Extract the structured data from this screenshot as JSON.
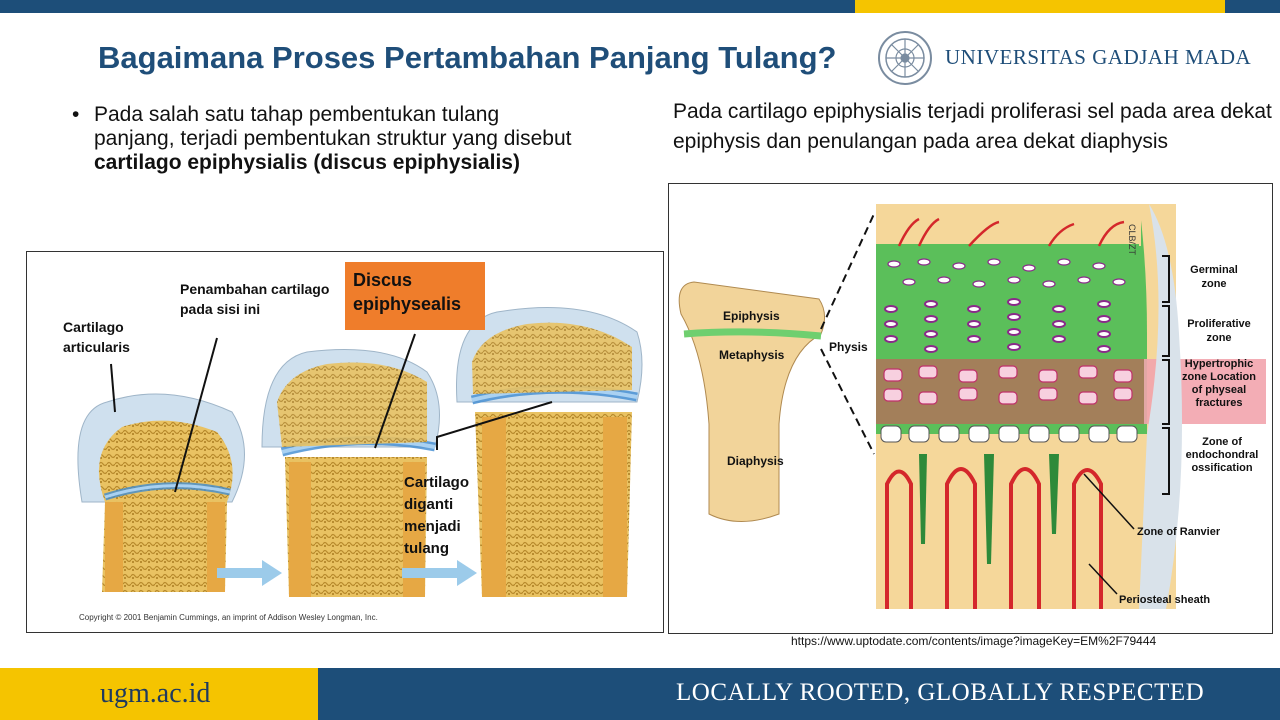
{
  "header": {
    "title": "Bagaimana Proses Pertambahan Panjang Tulang?",
    "university": "UNIVERSITAS GADJAH MADA",
    "colors": {
      "blue": "#1d4e79",
      "yellow": "#f5c400",
      "orange": "#ef7d2b"
    }
  },
  "content": {
    "bullet_pre": "Pada salah satu tahap pembentukan tulang panjang, terjadi pembentukan struktur yang disebut ",
    "bullet_bold": "cartilago epiphysialis (discus epiphysialis)",
    "right_text": "Pada cartilago epiphysialis terjadi proliferasi sel pada area dekat epiphysis dan penulangan pada area dekat diaphysis"
  },
  "left_figure": {
    "label_articularis": "Cartilago articularis",
    "label_penambahan": "Penambahan cartilago pada sisi ini",
    "label_discus": "Discus epiphysealis",
    "label_diganti": "Cartilago diganti menjadi tulang",
    "copyright": "Copyright © 2001 Benjamin Cummings, an imprint of Addison Wesley Longman, Inc."
  },
  "right_figure": {
    "epiphysis": "Epiphysis",
    "metaphysis": "Metaphysis",
    "diaphysis": "Diaphysis",
    "physis": "Physis",
    "signature": "CLB/ZT",
    "germinal": "Germinal zone",
    "proliferative": "Proliferative zone",
    "hypertrophic": "Hypertrophic zone Location of physeal fractures",
    "endochondral": "Zone of endochondral ossification",
    "ranvier": "Zone of Ranvier",
    "periosteal": "Periosteal sheath",
    "url": "https://www.uptodate.com/contents/image?imageKey=EM%2F79444"
  },
  "footer": {
    "website": "ugm.ac.id",
    "tagline": "LOCALLY ROOTED, GLOBALLY RESPECTED"
  }
}
